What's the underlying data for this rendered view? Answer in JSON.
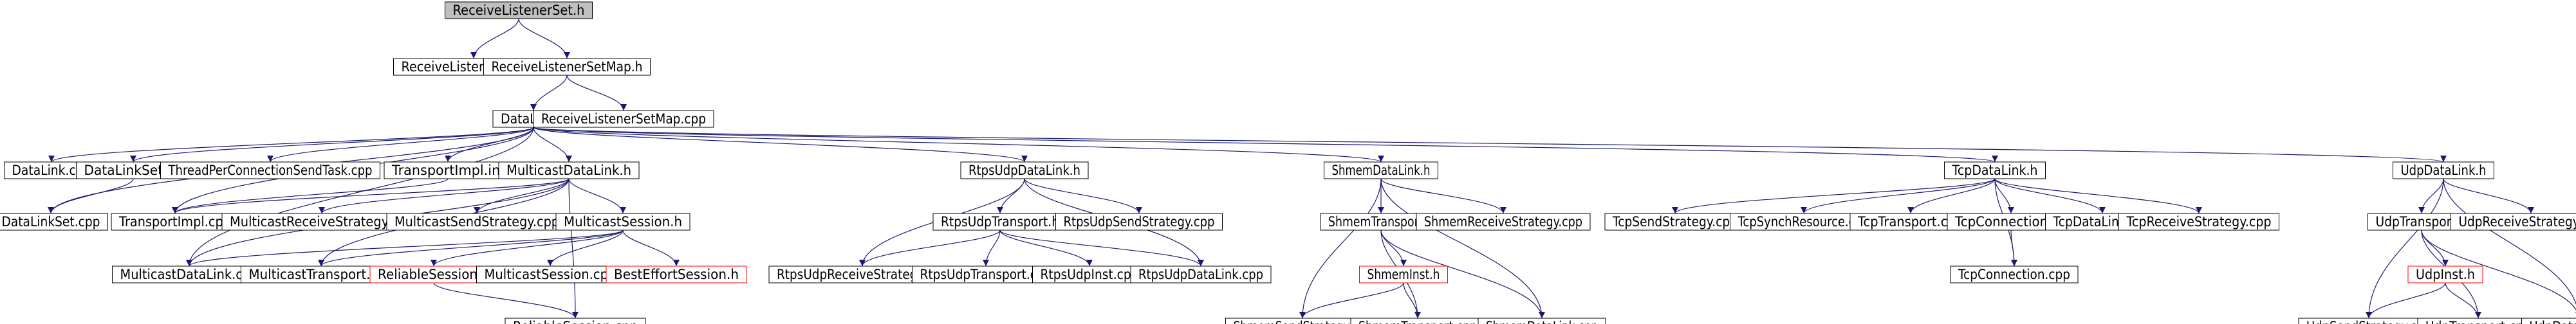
{
  "diagram": {
    "root": "ReceiveListenerSet.h",
    "colors": {
      "edge": "#191970",
      "node_border": "#000000",
      "node_border_incomplete": "#ff0000",
      "root_fill": "#bfbfbf",
      "node_fill": "#ffffff"
    },
    "nodes": [
      {
        "id": "rls_h",
        "label": "ReceiveListenerSet.h",
        "root": true
      },
      {
        "id": "rls_cpp",
        "label": "ReceiveListenerSet.cpp"
      },
      {
        "id": "rlsm_h",
        "label": "ReceiveListenerSetMap.h"
      },
      {
        "id": "dl_h",
        "label": "DataLink.h"
      },
      {
        "id": "rlsm_cpp",
        "label": "ReceiveListenerSetMap.cpp"
      },
      {
        "id": "dl_cpp",
        "label": "DataLink.cpp"
      },
      {
        "id": "dlset_inl",
        "label": "DataLinkSet.inl"
      },
      {
        "id": "tpcst_cpp",
        "label": "ThreadPerConnectionSendTask.cpp"
      },
      {
        "id": "ti_inl",
        "label": "TransportImpl.inl"
      },
      {
        "id": "mdl_h",
        "label": "MulticastDataLink.h"
      },
      {
        "id": "rudl_h",
        "label": "RtpsUdpDataLink.h"
      },
      {
        "id": "sdl_h",
        "label": "ShmemDataLink.h"
      },
      {
        "id": "tdl_h",
        "label": "TcpDataLink.h"
      },
      {
        "id": "udl_h",
        "label": "UdpDataLink.h"
      },
      {
        "id": "dlset_cpp",
        "label": "DataLinkSet.cpp"
      },
      {
        "id": "ti_cpp",
        "label": "TransportImpl.cpp"
      },
      {
        "id": "mrs_cpp",
        "label": "MulticastReceiveStrategy.cpp"
      },
      {
        "id": "mss_cpp",
        "label": "MulticastSendStrategy.cpp"
      },
      {
        "id": "ms_h",
        "label": "MulticastSession.h"
      },
      {
        "id": "mdl_cpp",
        "label": "MulticastDataLink.cpp"
      },
      {
        "id": "mt_cpp",
        "label": "MulticastTransport.cpp"
      },
      {
        "id": "rs_h",
        "label": "ReliableSession.h",
        "incomplete": true
      },
      {
        "id": "ms_cpp",
        "label": "MulticastSession.cpp"
      },
      {
        "id": "bes_h",
        "label": "BestEffortSession.h",
        "incomplete": true
      },
      {
        "id": "rs_cpp",
        "label": "ReliableSession.cpp"
      },
      {
        "id": "rut_h",
        "label": "RtpsUdpTransport.h"
      },
      {
        "id": "russ_cpp",
        "label": "RtpsUdpSendStrategy.cpp"
      },
      {
        "id": "rurs_cpp",
        "label": "RtpsUdpReceiveStrategy.cpp"
      },
      {
        "id": "rut_cpp",
        "label": "RtpsUdpTransport.cpp"
      },
      {
        "id": "rui_cpp",
        "label": "RtpsUdpInst.cpp"
      },
      {
        "id": "rudl_cpp",
        "label": "RtpsUdpDataLink.cpp"
      },
      {
        "id": "st_h",
        "label": "ShmemTransport.h"
      },
      {
        "id": "srs_cpp",
        "label": "ShmemReceiveStrategy.cpp"
      },
      {
        "id": "si_h",
        "label": "ShmemInst.h",
        "incomplete": true
      },
      {
        "id": "sss_cpp",
        "label": "ShmemSendStrategy.cpp"
      },
      {
        "id": "st_cpp",
        "label": "ShmemTransport.cpp"
      },
      {
        "id": "sdl_cpp",
        "label": "ShmemDataLink.cpp"
      },
      {
        "id": "tss_cpp",
        "label": "TcpSendStrategy.cpp"
      },
      {
        "id": "tsr_cpp",
        "label": "TcpSynchResource.cpp"
      },
      {
        "id": "tt_cpp",
        "label": "TcpTransport.cpp"
      },
      {
        "id": "tc_inl",
        "label": "TcpConnection.inl"
      },
      {
        "id": "tdl_cpp",
        "label": "TcpDataLink.cpp"
      },
      {
        "id": "trs_cpp",
        "label": "TcpReceiveStrategy.cpp"
      },
      {
        "id": "tc_cpp",
        "label": "TcpConnection.cpp"
      },
      {
        "id": "ut_h",
        "label": "UdpTransport.h"
      },
      {
        "id": "urs_cpp",
        "label": "UdpReceiveStrategy.cpp"
      },
      {
        "id": "ui_h",
        "label": "UdpInst.h",
        "incomplete": true
      },
      {
        "id": "uss_cpp",
        "label": "UdpSendStrategy.cpp"
      },
      {
        "id": "ut_cpp",
        "label": "UdpTransport.cpp"
      },
      {
        "id": "udl_cpp",
        "label": "UdpDataLink.cpp"
      }
    ],
    "edges": [
      [
        "rls_h",
        "rls_cpp"
      ],
      [
        "rls_h",
        "rlsm_h"
      ],
      [
        "rlsm_h",
        "dl_h"
      ],
      [
        "rlsm_h",
        "rlsm_cpp"
      ],
      [
        "dl_h",
        "dl_cpp"
      ],
      [
        "dl_h",
        "dlset_inl"
      ],
      [
        "dl_h",
        "tpcst_cpp"
      ],
      [
        "dl_h",
        "ti_inl"
      ],
      [
        "dl_h",
        "mdl_h"
      ],
      [
        "dl_h",
        "rudl_h"
      ],
      [
        "dl_h",
        "sdl_h"
      ],
      [
        "dl_h",
        "tdl_h"
      ],
      [
        "dl_h",
        "udl_h"
      ],
      [
        "dl_h",
        "dlset_cpp"
      ],
      [
        "dl_h",
        "ti_cpp"
      ],
      [
        "dl_h",
        "mdl_cpp"
      ],
      [
        "dlset_inl",
        "dlset_cpp"
      ],
      [
        "ti_inl",
        "ti_cpp"
      ],
      [
        "mdl_h",
        "ti_cpp"
      ],
      [
        "mdl_h",
        "mrs_cpp"
      ],
      [
        "mdl_h",
        "mss_cpp"
      ],
      [
        "mdl_h",
        "ms_h"
      ],
      [
        "mdl_h",
        "mdl_cpp"
      ],
      [
        "mdl_h",
        "mt_cpp"
      ],
      [
        "mdl_h",
        "rs_cpp"
      ],
      [
        "ms_h",
        "mdl_cpp"
      ],
      [
        "ms_h",
        "mt_cpp"
      ],
      [
        "ms_h",
        "rs_h"
      ],
      [
        "ms_h",
        "ms_cpp"
      ],
      [
        "ms_h",
        "bes_h"
      ],
      [
        "rs_h",
        "rs_cpp"
      ],
      [
        "rudl_h",
        "rut_h"
      ],
      [
        "rudl_h",
        "russ_cpp"
      ],
      [
        "rudl_h",
        "rurs_cpp"
      ],
      [
        "rudl_h",
        "rudl_cpp"
      ],
      [
        "rut_h",
        "rurs_cpp"
      ],
      [
        "rut_h",
        "rut_cpp"
      ],
      [
        "rut_h",
        "rui_cpp"
      ],
      [
        "rut_h",
        "rudl_cpp"
      ],
      [
        "sdl_h",
        "st_h"
      ],
      [
        "sdl_h",
        "srs_cpp"
      ],
      [
        "sdl_h",
        "sss_cpp"
      ],
      [
        "sdl_h",
        "sdl_cpp"
      ],
      [
        "st_h",
        "si_h"
      ],
      [
        "st_h",
        "st_cpp"
      ],
      [
        "st_h",
        "sdl_cpp"
      ],
      [
        "si_h",
        "sss_cpp"
      ],
      [
        "si_h",
        "st_cpp"
      ],
      [
        "tdl_h",
        "tss_cpp"
      ],
      [
        "tdl_h",
        "tsr_cpp"
      ],
      [
        "tdl_h",
        "tt_cpp"
      ],
      [
        "tdl_h",
        "tc_inl"
      ],
      [
        "tdl_h",
        "tdl_cpp"
      ],
      [
        "tdl_h",
        "trs_cpp"
      ],
      [
        "tdl_h",
        "tc_cpp"
      ],
      [
        "tc_inl",
        "tc_cpp"
      ],
      [
        "udl_h",
        "ut_h"
      ],
      [
        "udl_h",
        "urs_cpp"
      ],
      [
        "udl_h",
        "uss_cpp"
      ],
      [
        "udl_h",
        "udl_cpp"
      ],
      [
        "ut_h",
        "ui_h"
      ],
      [
        "ut_h",
        "ut_cpp"
      ],
      [
        "ut_h",
        "udl_cpp"
      ],
      [
        "ui_h",
        "uss_cpp"
      ],
      [
        "ui_h",
        "ut_cpp"
      ]
    ]
  }
}
